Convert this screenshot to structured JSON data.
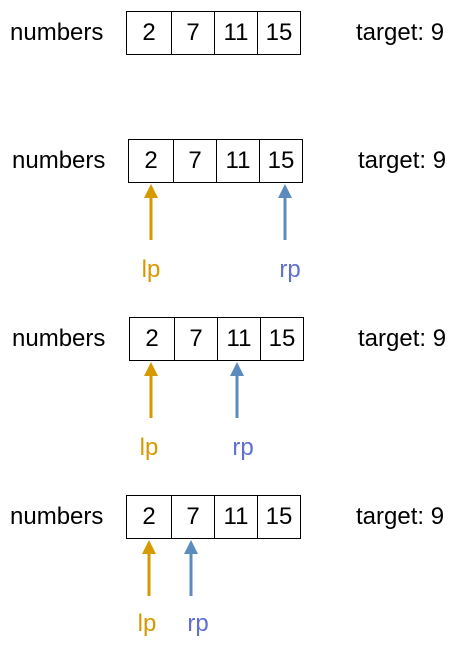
{
  "colors": {
    "lp": "#d69a00",
    "rp_arrow": "#5b8bbf",
    "rp_label": "#5f6fd2"
  },
  "diagrams": [
    {
      "array_label": "numbers",
      "values": [
        "2",
        "7",
        "11",
        "15"
      ],
      "target": "target: 9",
      "pointers": []
    },
    {
      "array_label": "numbers",
      "values": [
        "2",
        "7",
        "11",
        "15"
      ],
      "target": "target: 9",
      "pointers": [
        {
          "name": "lp",
          "index": 0
        },
        {
          "name": "rp",
          "index": 3
        }
      ]
    },
    {
      "array_label": "numbers",
      "values": [
        "2",
        "7",
        "11",
        "15"
      ],
      "target": "target: 9",
      "pointers": [
        {
          "name": "lp",
          "index": 0
        },
        {
          "name": "rp",
          "index": 2
        }
      ]
    },
    {
      "array_label": "numbers",
      "values": [
        "2",
        "7",
        "11",
        "15"
      ],
      "target": "target: 9",
      "pointers": [
        {
          "name": "lp",
          "index": 0
        },
        {
          "name": "rp",
          "index": 1
        }
      ]
    }
  ]
}
